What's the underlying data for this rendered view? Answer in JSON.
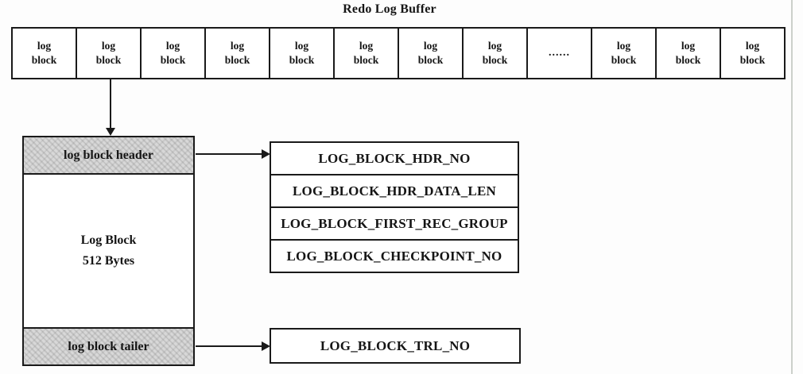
{
  "title": "Redo Log Buffer",
  "buffer": {
    "cells": [
      "log\nblock",
      "log\nblock",
      "log\nblock",
      "log\nblock",
      "log\nblock",
      "log\nblock",
      "log\nblock",
      "log\nblock",
      "......",
      "log\nblock",
      "log\nblock",
      "log\nblock"
    ]
  },
  "log_block": {
    "header_label": "log block header",
    "body_line1": "Log Block",
    "body_line2": "512 Bytes",
    "tailer_label": "log block tailer",
    "header_fields": [
      "LOG_BLOCK_HDR_NO",
      "LOG_BLOCK_HDR_DATA_LEN",
      "LOG_BLOCK_FIRST_REC_GROUP",
      "LOG_BLOCK_CHECKPOINT_NO"
    ],
    "tailer_fields": [
      "LOG_BLOCK_TRL_NO"
    ]
  },
  "colors": {
    "shade": "#d8d8d8",
    "line": "#1a1a1a"
  }
}
